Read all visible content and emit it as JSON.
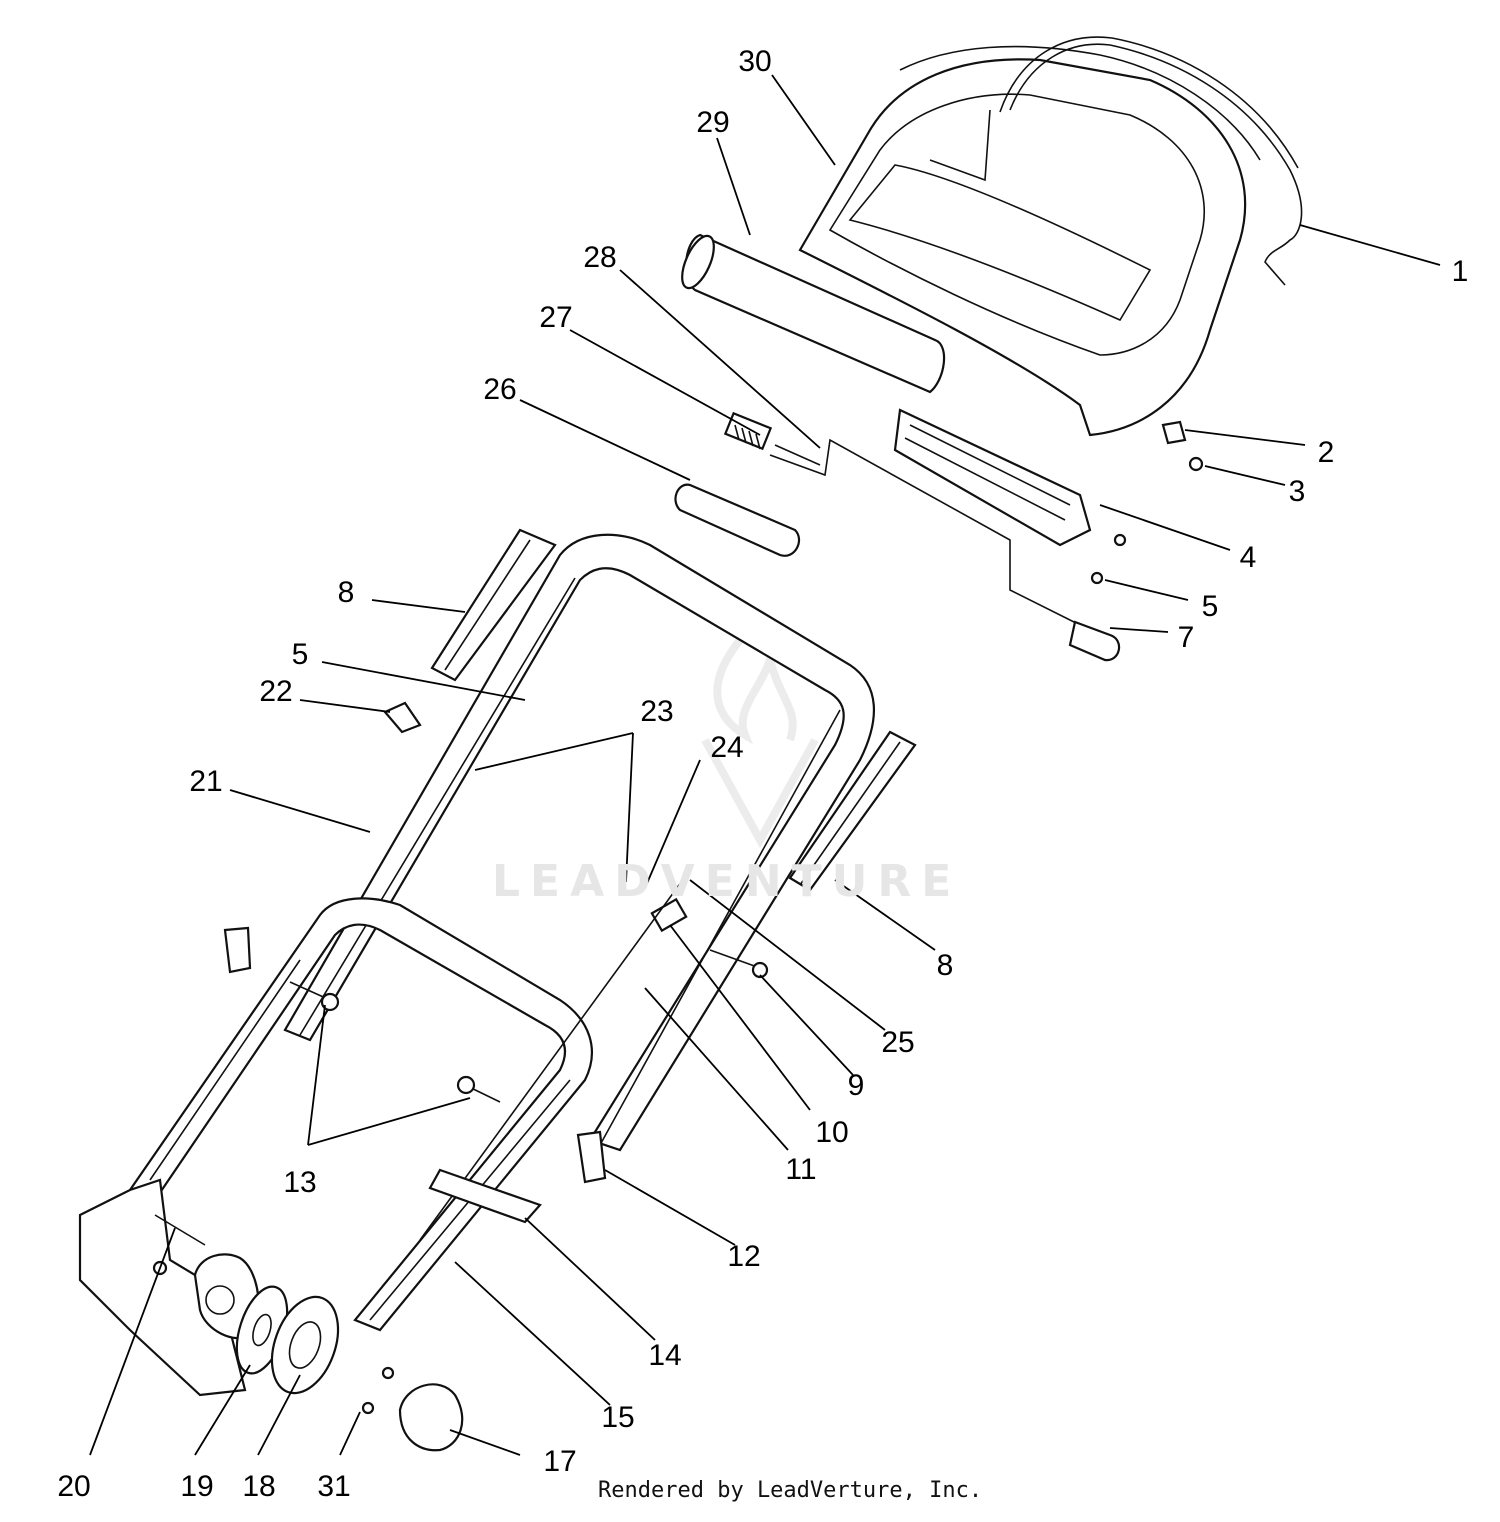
{
  "diagram": {
    "callouts": [
      "1",
      "2",
      "3",
      "4",
      "5",
      "5",
      "7",
      "8",
      "8",
      "9",
      "10",
      "11",
      "12",
      "13",
      "14",
      "15",
      "17",
      "18",
      "19",
      "20",
      "21",
      "22",
      "23",
      "24",
      "25",
      "26",
      "27",
      "28",
      "29",
      "30",
      "31"
    ]
  },
  "watermark": {
    "text": "LEADVENTURE",
    "icon": "leadventure-flame-logo"
  },
  "credit": "Rendered by LeadVerture, Inc."
}
